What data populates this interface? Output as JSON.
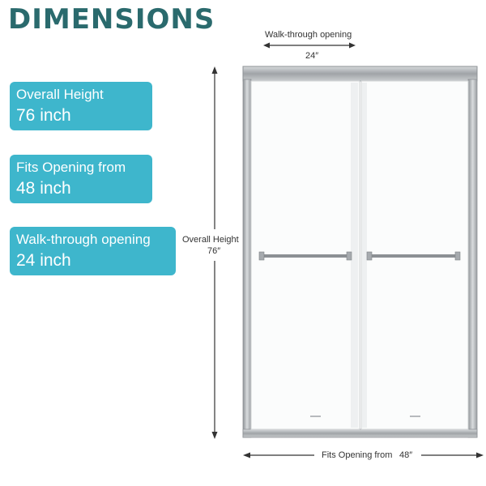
{
  "title": "DIMENSIONS",
  "specs": [
    {
      "label": "Overall Height",
      "value": "76 inch"
    },
    {
      "label": "Fits Opening from",
      "value": "48 inch"
    },
    {
      "label": "Walk-through opening",
      "value": "24 inch"
    }
  ],
  "diagram": {
    "walkthrough_label": "Walk-through opening",
    "walkthrough_value": "24″",
    "height_label": "Overall Height",
    "height_value": "76″",
    "opening_label": "Fits Opening from",
    "opening_value": "48″"
  },
  "colors": {
    "accent": "#3eb6cc",
    "title": "#2a6a6d",
    "frame": "#b5b8bb"
  }
}
